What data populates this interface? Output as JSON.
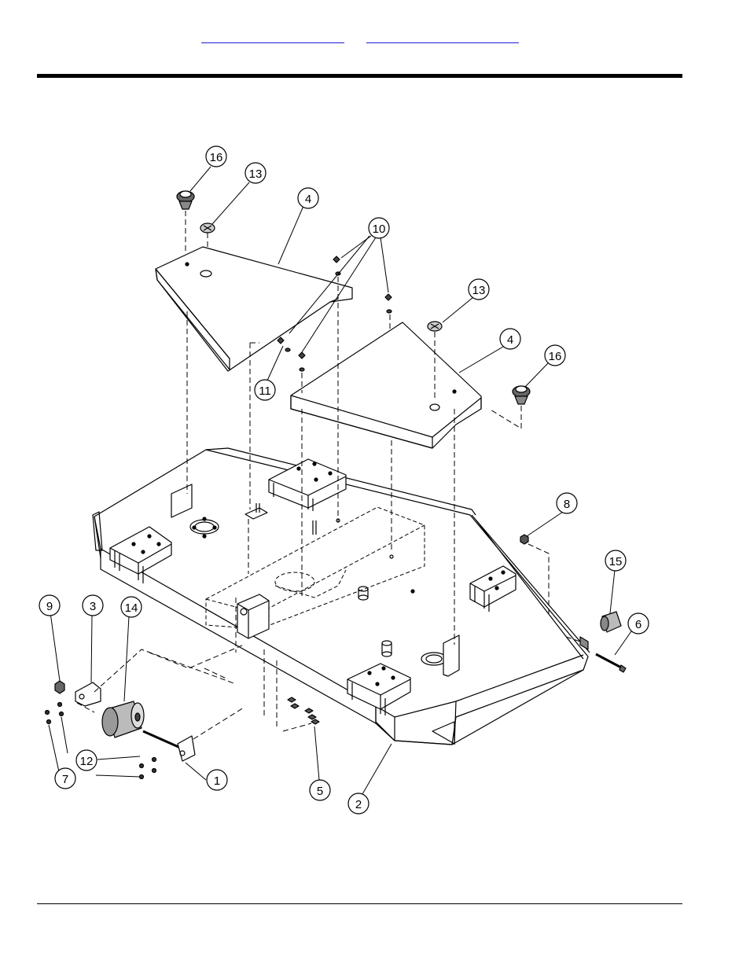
{
  "header": {
    "link_left": "",
    "link_right": ""
  },
  "callouts": {
    "c16a": "16",
    "c13a": "13",
    "c4a": "4",
    "c10": "10",
    "c13b": "13",
    "c4b": "4",
    "c16b": "16",
    "c11": "11",
    "c8": "8",
    "c15": "15",
    "c6": "6",
    "c9": "9",
    "c3": "3",
    "c14": "14",
    "c12": "12",
    "c7": "7",
    "c1": "1",
    "c5": "5",
    "c2": "2"
  }
}
